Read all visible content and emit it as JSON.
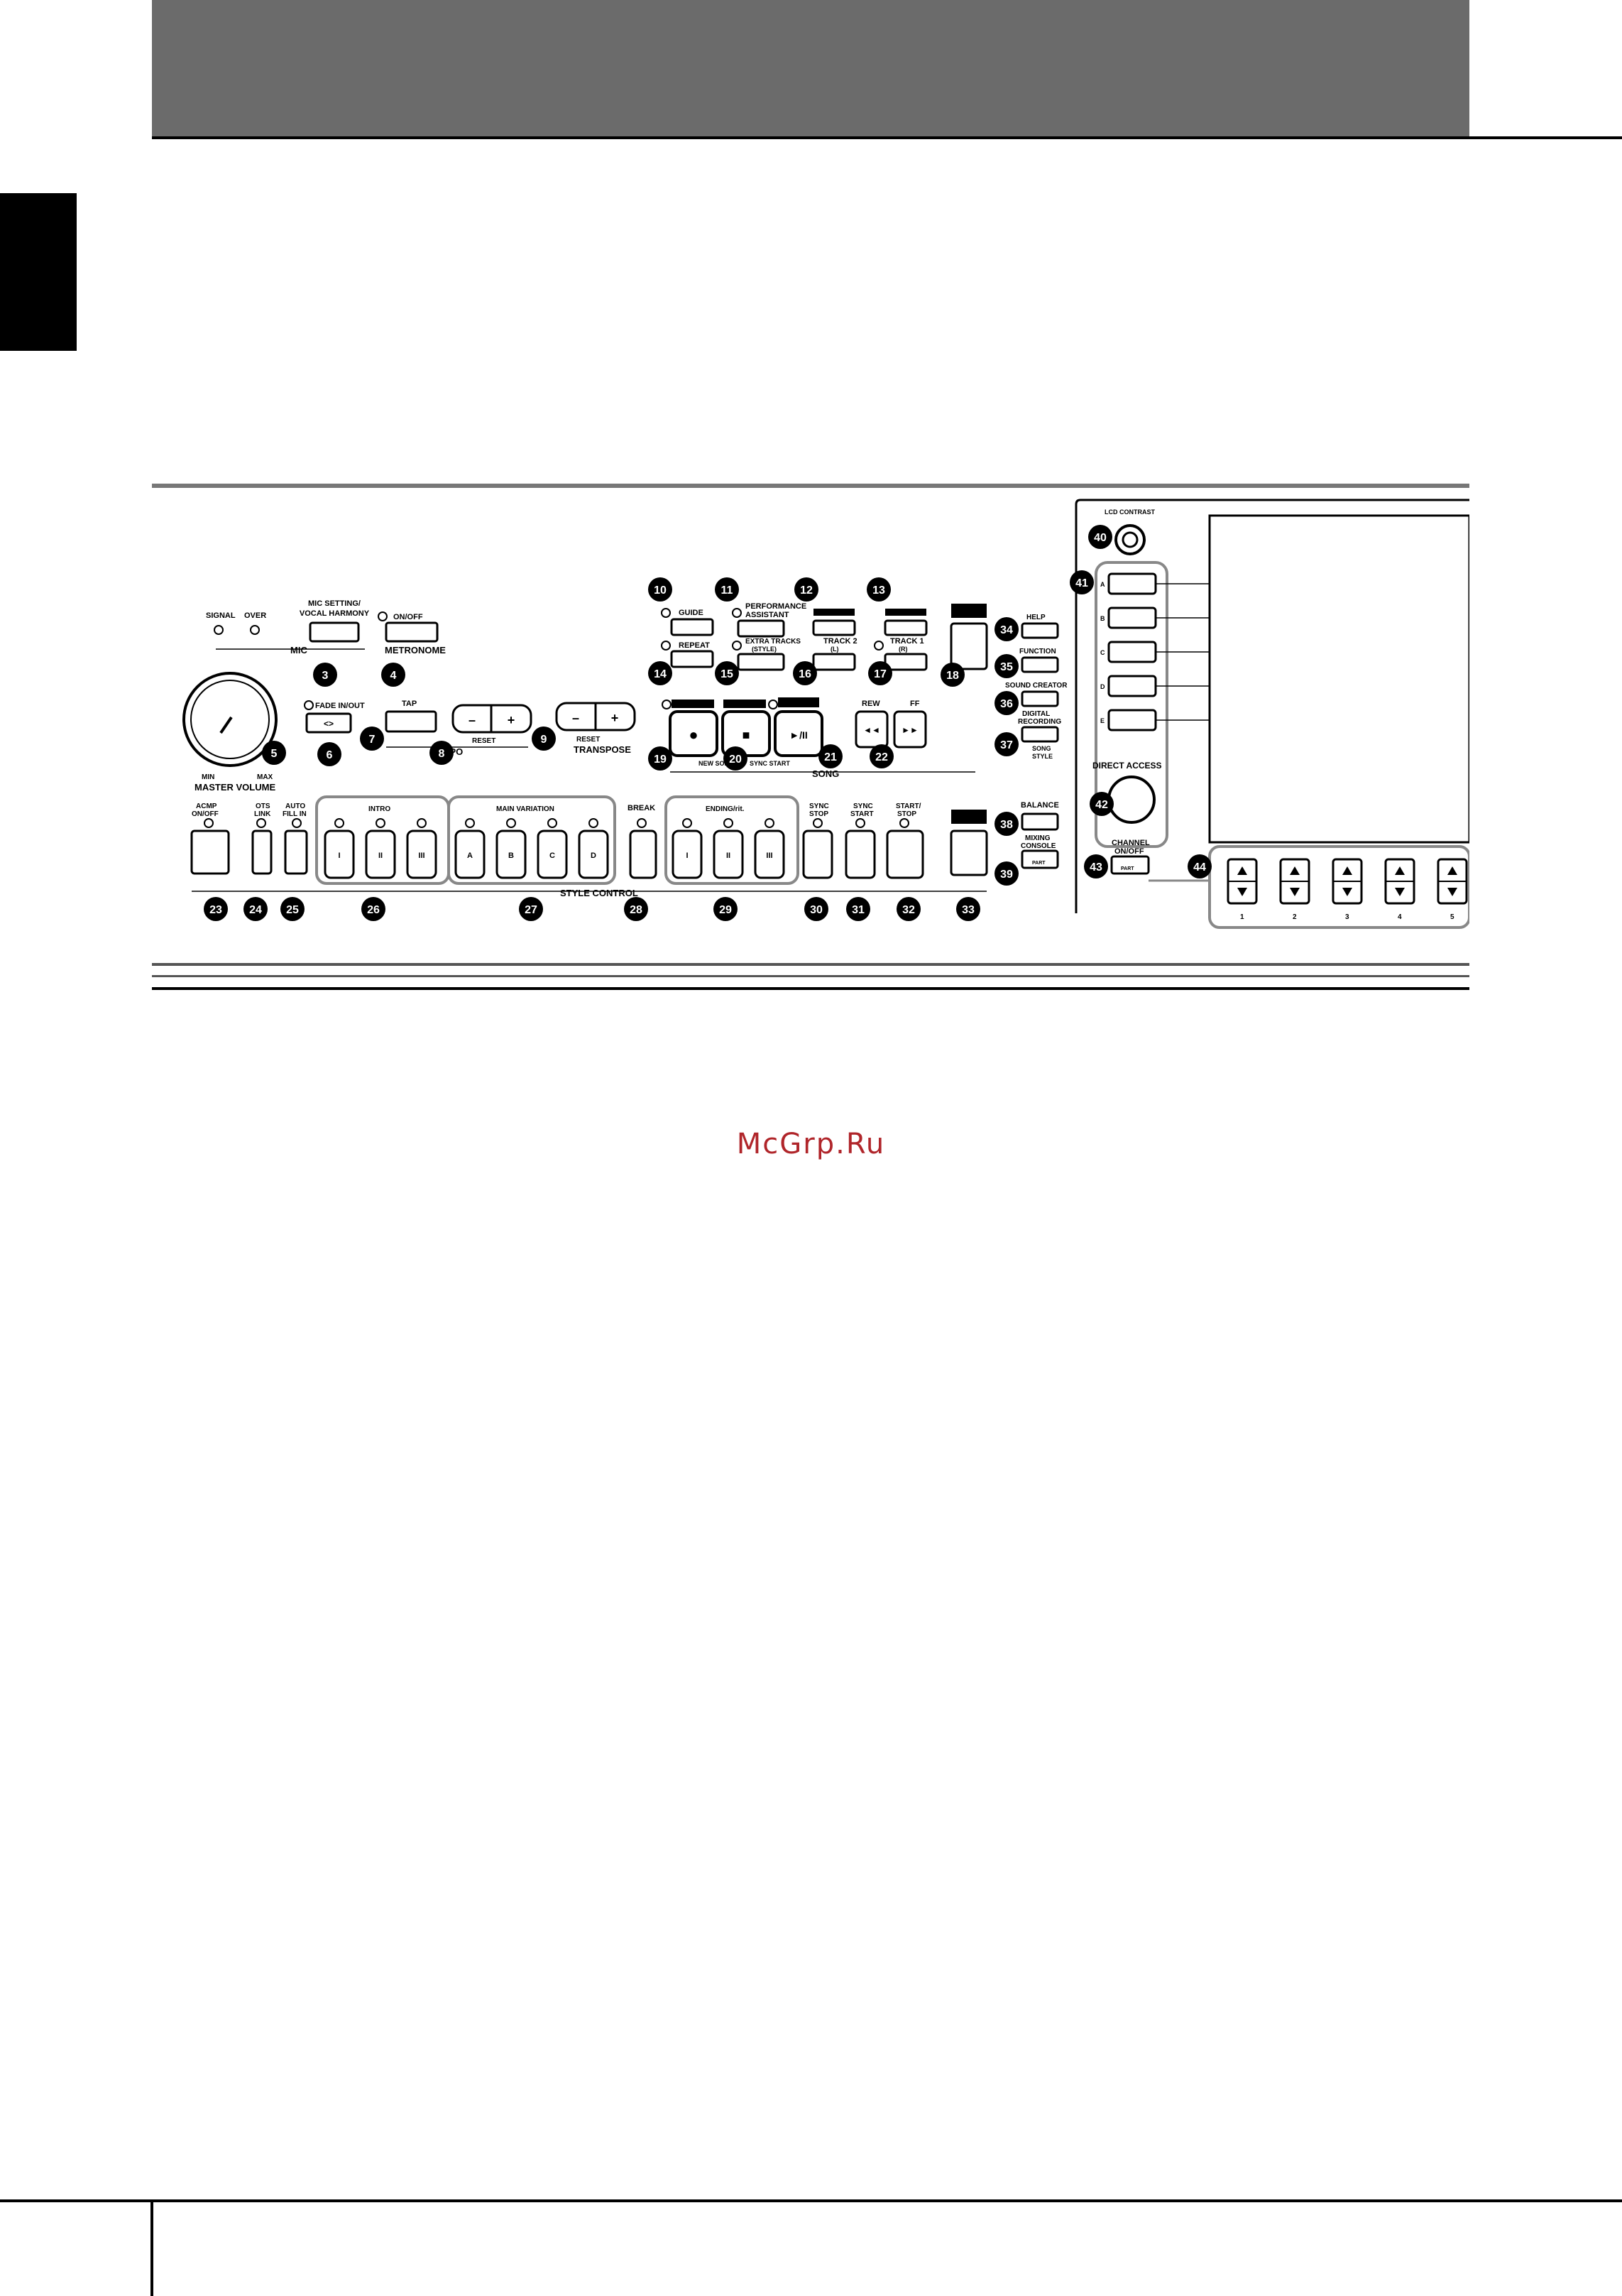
{
  "watermark": "McGrp.Ru",
  "panel": {
    "mic": {
      "signal_label": "SIGNAL",
      "over_label": "OVER",
      "mic_setting_label_1": "MIC SETTING/",
      "mic_setting_label_2": "VOCAL HARMONY",
      "section_label": "MIC"
    },
    "metronome": {
      "on_off_label": "ON/OFF",
      "section_label": "METRONOME"
    },
    "fade_label": "FADE IN/OUT",
    "tap_label": "TAP",
    "tempo": {
      "section_label": "TEMPO",
      "reset_label": "RESET",
      "minus": "–",
      "plus": "+"
    },
    "transpose": {
      "section_label": "TRANSPOSE",
      "reset_label": "RESET",
      "minus": "–",
      "plus": "+"
    },
    "volume": {
      "min_label": "MIN",
      "max_label": "MAX",
      "section_label": "MASTER VOLUME"
    },
    "guide_label": "GUIDE",
    "repeat_label": "REPEAT",
    "performance_label_1": "PERFORMANCE",
    "performance_label_2": "ASSISTANT",
    "extra_tracks_label_1": "EXTRA TRACKS",
    "extra_tracks_label_2": "(STYLE)",
    "track2_label_1": "TRACK 2",
    "track2_label_2": "(L)",
    "track1_label_1": "TRACK 1",
    "track1_label_2": "(R)",
    "song": {
      "rew_label": "REW",
      "ff_label": "FF",
      "new_song_label": "NEW SONG",
      "sync_start_label": "SYNC START",
      "section_label": "SONG",
      "rec_glyph": "●",
      "stop_glyph": "■",
      "play_glyph": "►/II",
      "rew_glyph": "◄◄",
      "ff_glyph": "►►"
    },
    "help_label": "HELP",
    "function_label": "FUNCTION",
    "sound_creator_label": "SOUND CREATOR",
    "digital_recording_label_1": "DIGITAL",
    "digital_recording_label_2": "RECORDING",
    "song_label": "SONG",
    "style_label": "STYLE",
    "balance_label": "BALANCE",
    "mixing_console_label_1": "MIXING",
    "mixing_console_label_2": "CONSOLE",
    "part_label": "PART",
    "lcd_contrast_label": "LCD CONTRAST",
    "direct_access_label": "DIRECT ACCESS",
    "channel_label_1": "CHANNEL",
    "channel_label_2": "ON/OFF",
    "acmp_label_1": "ACMP",
    "acmp_label_2": "ON/OFF",
    "ots_label_1": "OTS",
    "ots_label_2": "LINK",
    "auto_fill_label_1": "AUTO",
    "auto_fill_label_2": "FILL IN",
    "intro_label": "INTRO",
    "main_variation_label": "MAIN VARIATION",
    "break_label": "BREAK",
    "ending_label": "ENDING/rit.",
    "sync_stop_label_1": "SYNC",
    "sync_stop_label_2": "STOP",
    "sync_start_label_1": "SYNC",
    "sync_start_label_2": "START",
    "start_stop_label_1": "START/",
    "start_stop_label_2": "STOP",
    "style_control_label": "STYLE CONTROL",
    "intro_buttons": [
      "I",
      "II",
      "III"
    ],
    "main_buttons": [
      "A",
      "B",
      "C",
      "D"
    ],
    "ending_buttons": [
      "I",
      "II",
      "III"
    ],
    "abcde_labels": [
      "A",
      "B",
      "C",
      "D",
      "E"
    ],
    "number_labels": [
      "1",
      "2",
      "3",
      "4",
      "5"
    ],
    "callouts": [
      "3",
      "4",
      "5",
      "6",
      "7",
      "8",
      "9",
      "10",
      "11",
      "12",
      "13",
      "14",
      "15",
      "16",
      "17",
      "18",
      "19",
      "20",
      "21",
      "22",
      "23",
      "24",
      "25",
      "26",
      "27",
      "28",
      "29",
      "30",
      "31",
      "32",
      "33",
      "34",
      "35",
      "36",
      "37",
      "38",
      "39",
      "40",
      "41",
      "42",
      "43",
      "44"
    ]
  }
}
